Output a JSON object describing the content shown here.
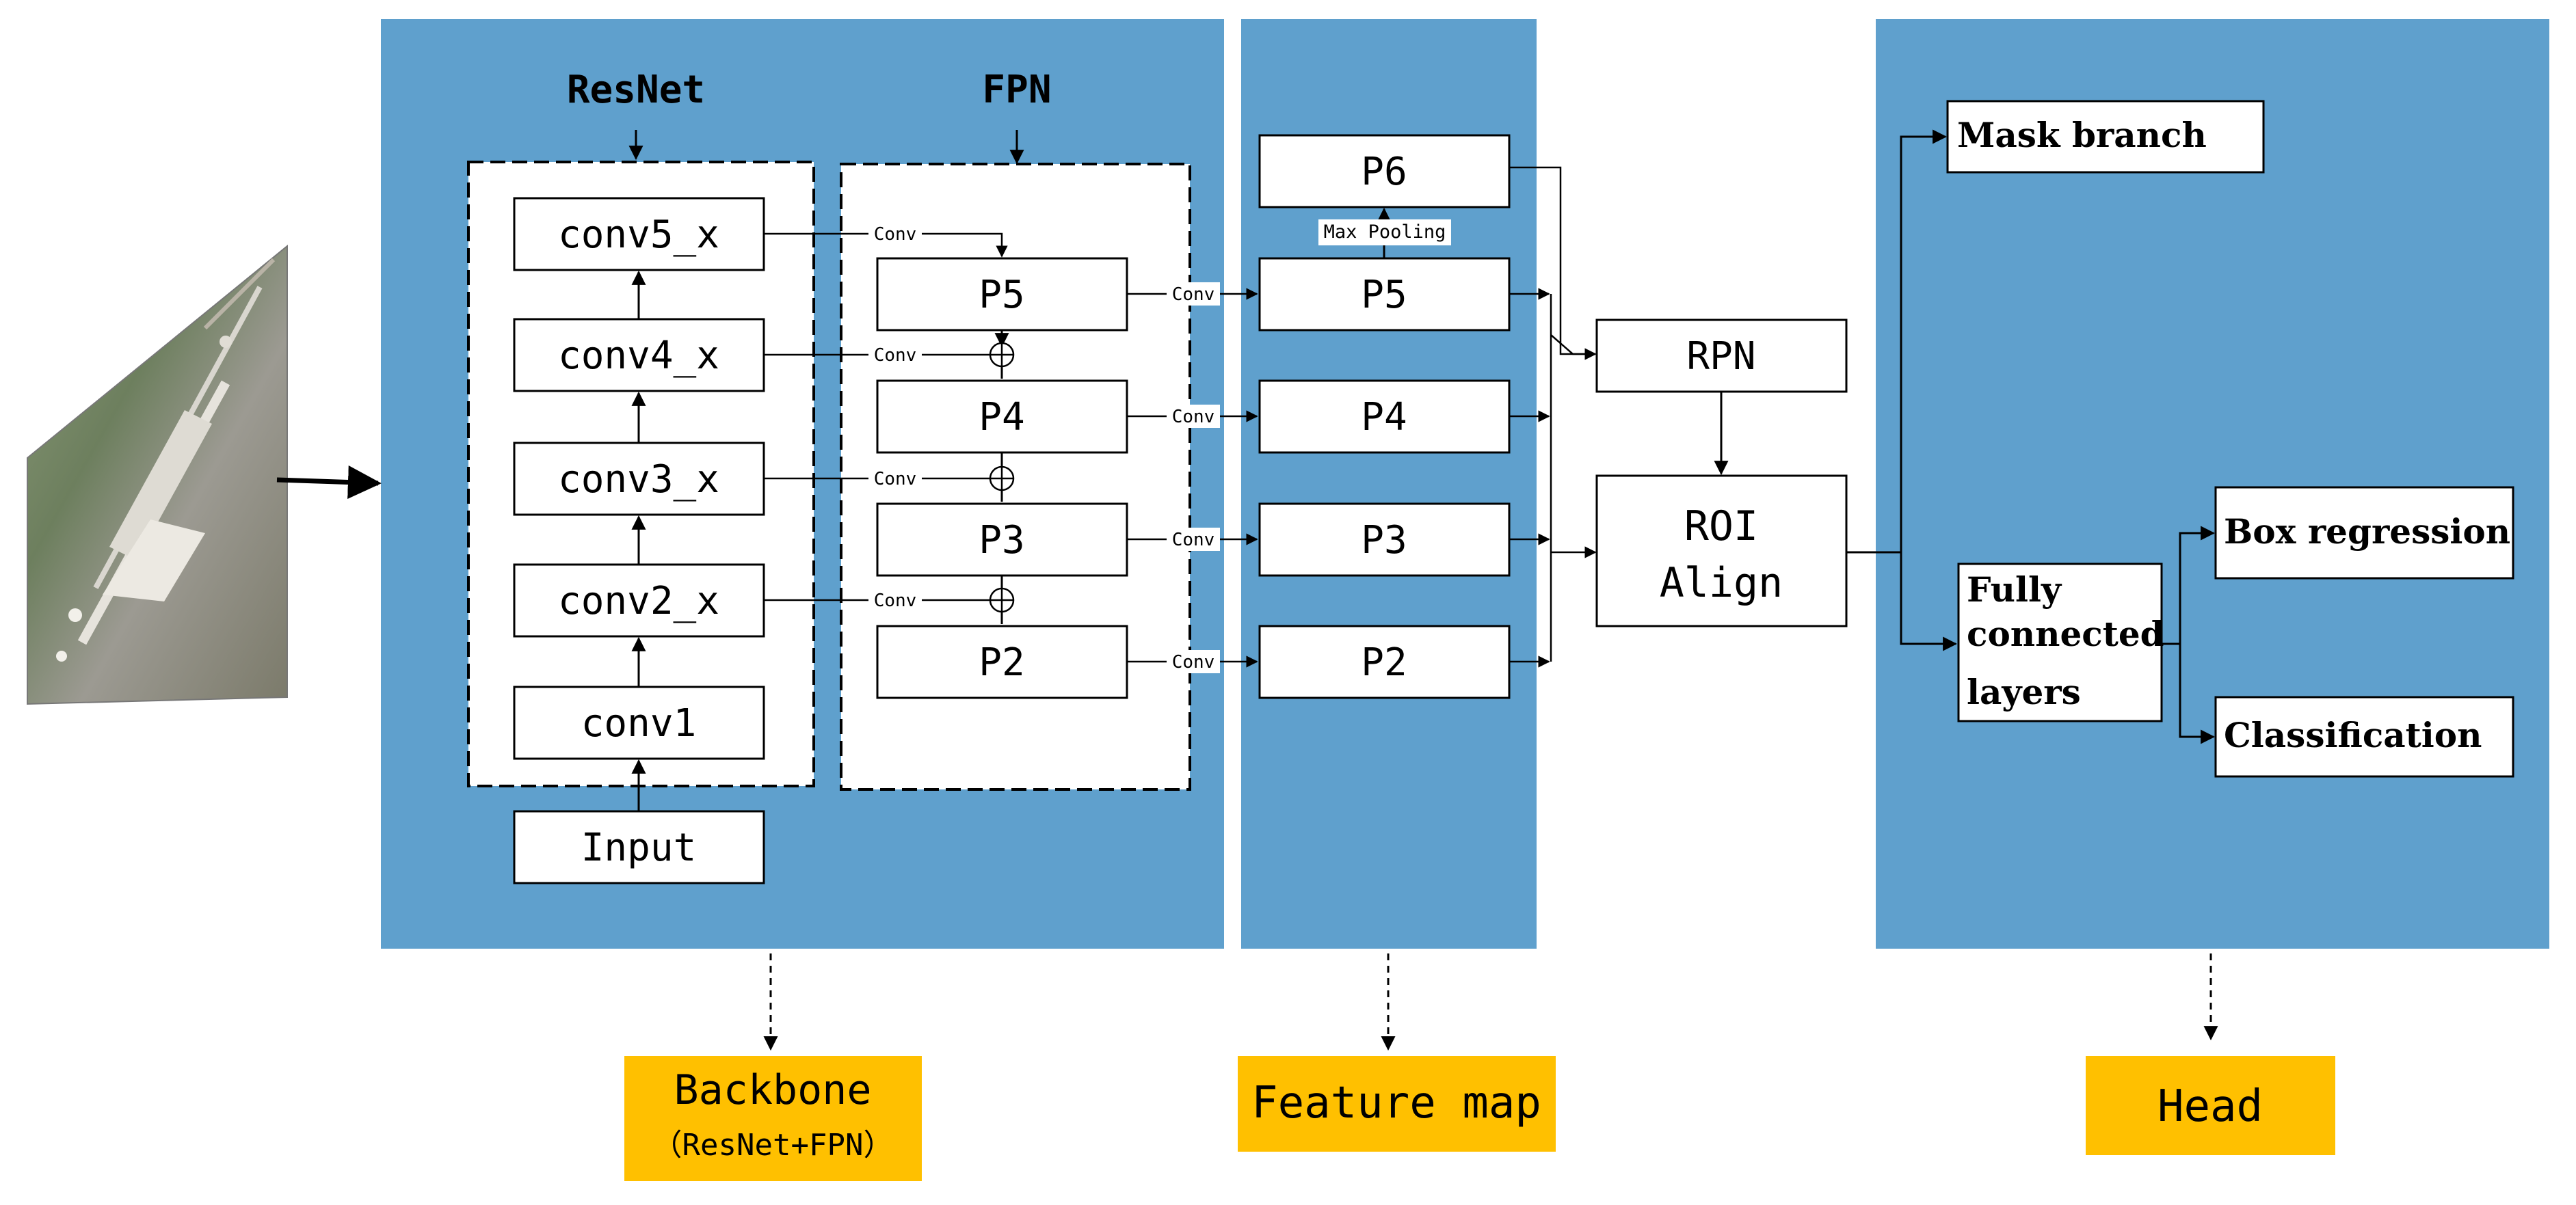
{
  "colors": {
    "panel": "#5fa0cd",
    "box_fill": "#ffffff",
    "line": "#000000",
    "label_fill": "#ffc000"
  },
  "backbone": {
    "resnet_title": "ResNet",
    "fpn_title": "FPN",
    "resnet_layers": [
      "conv5_x",
      "conv4_x",
      "conv3_x",
      "conv2_x",
      "conv1"
    ],
    "input_label": "Input",
    "fpn_levels": [
      "P5",
      "P4",
      "P3",
      "P2"
    ],
    "lateral_label": "Conv",
    "merge_symbol": "⊕"
  },
  "feature_map": {
    "levels": [
      "P6",
      "P5",
      "P4",
      "P3",
      "P2"
    ],
    "pool_label": "Max Pooling",
    "conv_label": "Conv"
  },
  "rpn_label": "RPN",
  "roi": {
    "line1": "ROI",
    "line2": "Align"
  },
  "head": {
    "mask_branch": "Mask branch",
    "fc_line1": "Fully",
    "fc_line2": "connected",
    "fc_line3": "layers",
    "box_regression": "Box regression",
    "classification": "Classification"
  },
  "section_labels": {
    "backbone": "Backbone",
    "backbone_sub": "（ResNet+FPN）",
    "feature_map": "Feature map",
    "head": "Head"
  }
}
